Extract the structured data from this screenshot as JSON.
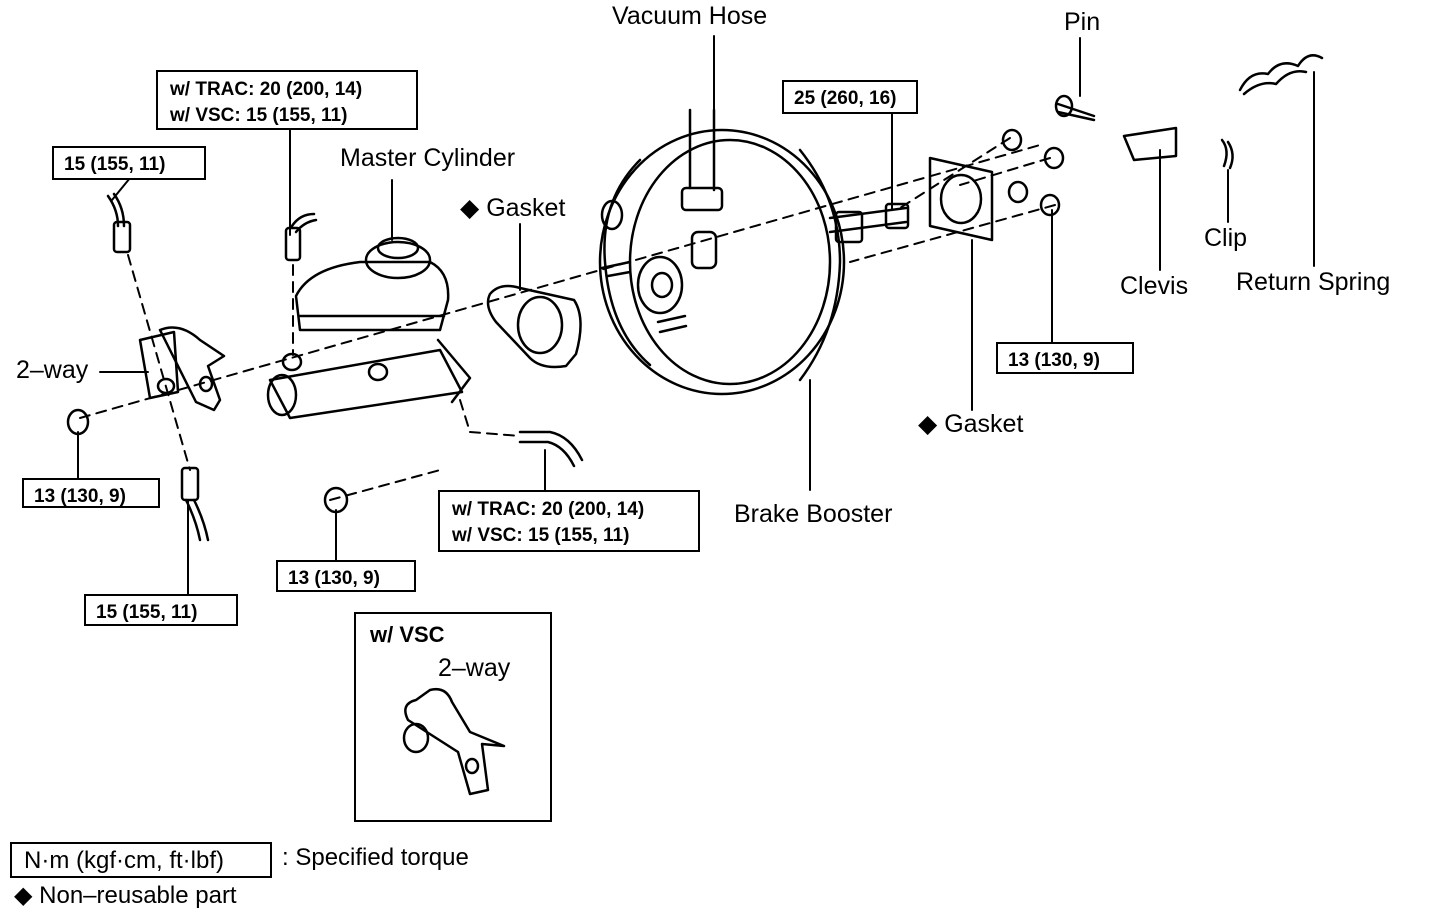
{
  "labels": {
    "vacuum_hose": "Vacuum Hose",
    "pin": "Pin",
    "master_cylinder": "Master Cylinder",
    "gasket_front": "Gasket",
    "gasket_rear": "Gasket",
    "clevis": "Clevis",
    "clip": "Clip",
    "return_spring": "Return Spring",
    "two_way": "2–way",
    "brake_booster": "Brake Booster",
    "vsc_two_way": "2–way"
  },
  "torques": {
    "trac_vsc_top_line1": "w/ TRAC: 20 (200, 14)",
    "trac_vsc_top_line2": "w/ VSC: 15 (155, 11)",
    "pipe_top_left": "15 (155, 11)",
    "booster_rod": "25 (260, 16)",
    "nut_right": "13 (130, 9)",
    "nut_left": "13 (130, 9)",
    "nut_bottom": "13 (130, 9)",
    "trac_vsc_bottom_line1": "w/ TRAC: 20 (200, 14)",
    "trac_vsc_bottom_line2": "w/ VSC: 15 (155, 11)",
    "pipe_bottom_left": "15 (155, 11)"
  },
  "inset": {
    "title": "w/ VSC"
  },
  "legend": {
    "torque_unit": "N·m (kgf·cm, ft·lbf)",
    "torque_desc": ": Specified torque",
    "non_reusable": "Non–reusable part"
  },
  "symbols": {
    "non_reusable": "◆"
  }
}
